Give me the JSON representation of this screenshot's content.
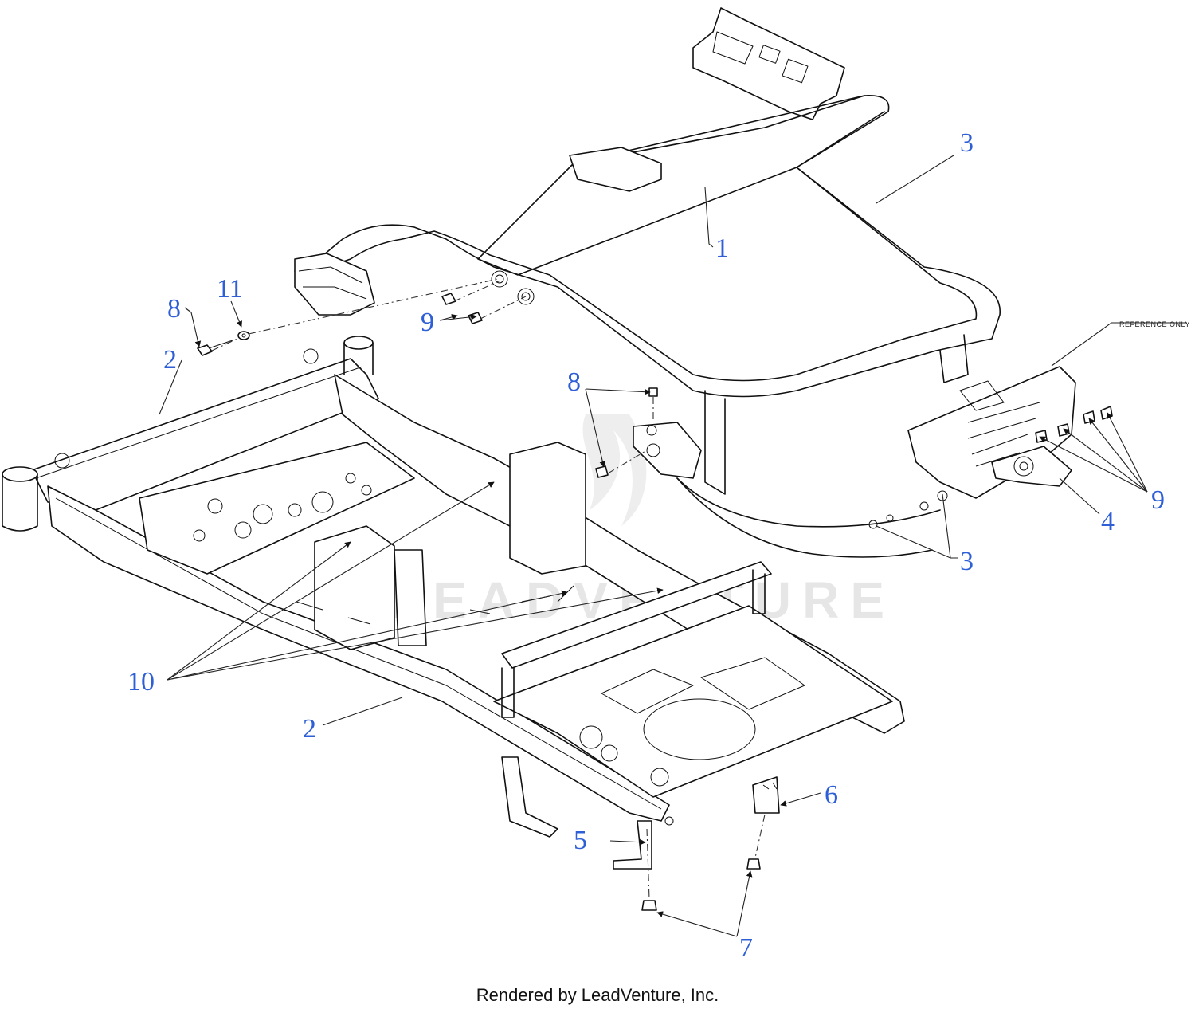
{
  "diagram": {
    "reference_note": "REFERENCE ONLY",
    "watermark": "LEADVENTURE",
    "credit": "Rendered by LeadVenture, Inc.",
    "callout_color": "#2f5fd6",
    "callouts": {
      "c1": "1",
      "c2a": "2",
      "c2b": "2",
      "c3a": "3",
      "c3b": "3",
      "c4": "4",
      "c5": "5",
      "c6": "6",
      "c7": "7",
      "c8a": "8",
      "c8b": "8",
      "c9a": "9",
      "c9b": "9",
      "c10": "10",
      "c11": "11"
    }
  }
}
